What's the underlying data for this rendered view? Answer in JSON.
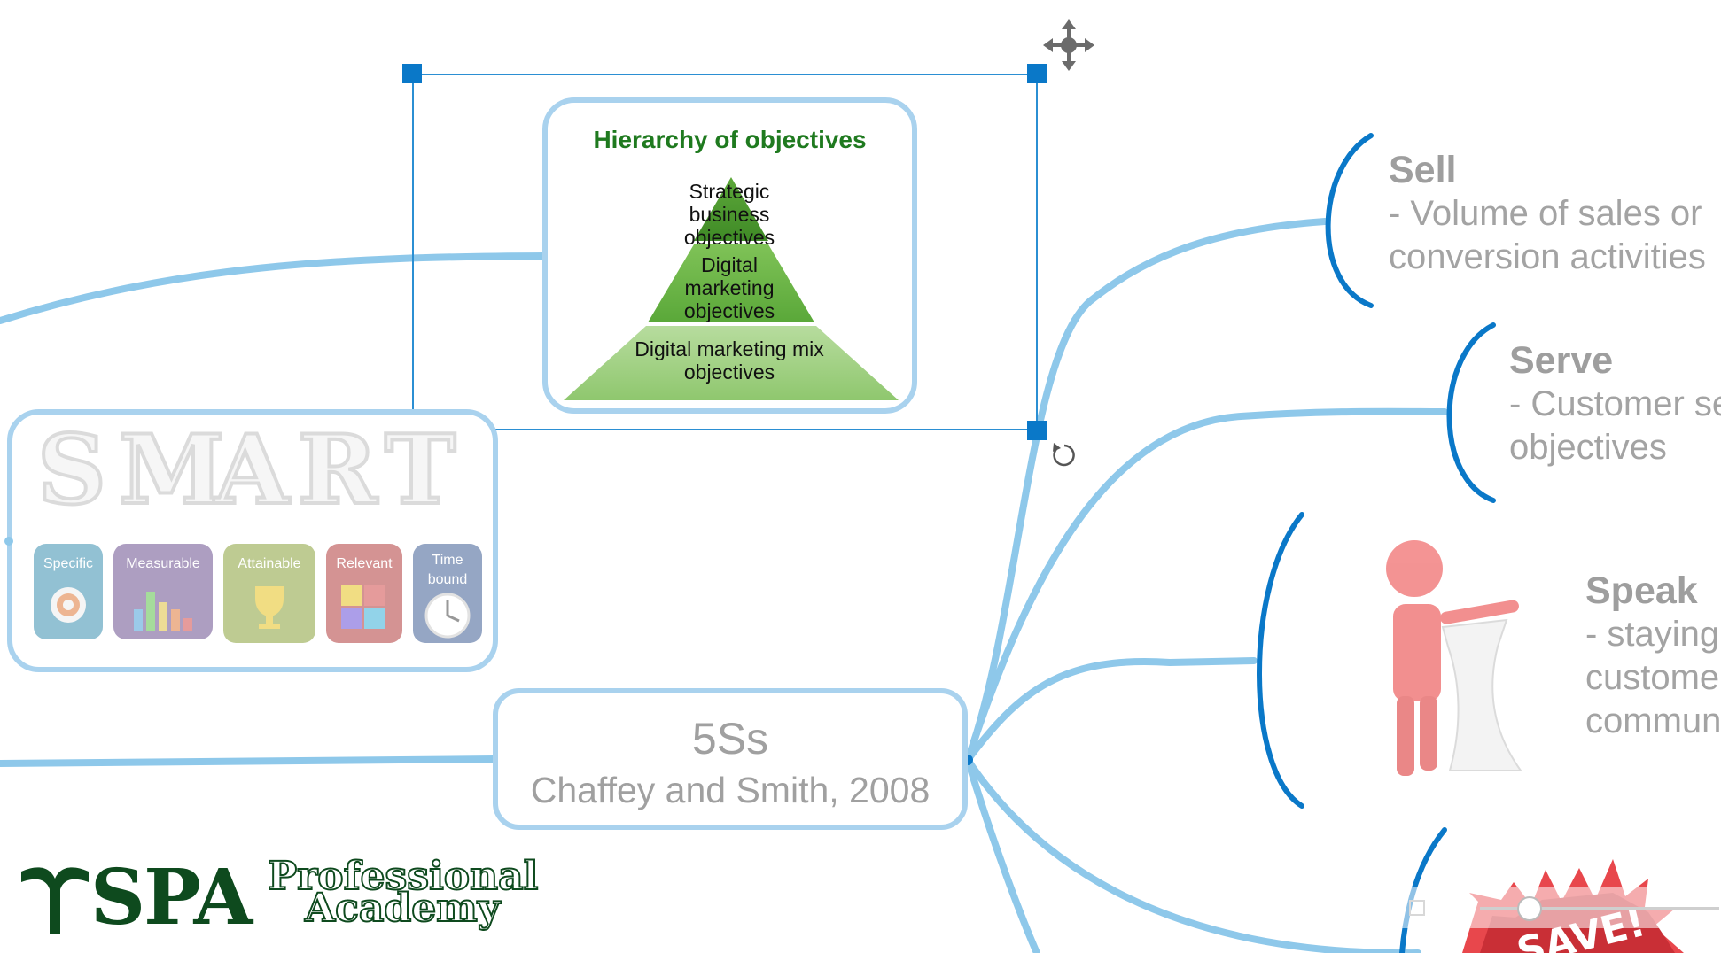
{
  "center_node": {
    "title": "5Ss",
    "subtitle": "Chaffey and Smith, 2008"
  },
  "hierarchy": {
    "title": "Hierarchy of objectives",
    "levels": [
      "Strategic business objectives",
      "Digital marketing objectives",
      "Digital marketing mix objectives"
    ]
  },
  "smart": {
    "letters": [
      "S",
      "M",
      "A",
      "R",
      "T"
    ],
    "cards": [
      {
        "label": "Specific",
        "color": "#3a8fb0"
      },
      {
        "label": "Measurable",
        "color": "#6b4f8f"
      },
      {
        "label": "Attainable",
        "color": "#8aa23a"
      },
      {
        "label": "Relevant",
        "color": "#b23b3b"
      },
      {
        "label": "Time bound",
        "color": "#3f5f95"
      }
    ]
  },
  "branches": [
    {
      "title": "Sell",
      "desc": "- Volume of sales or\nconversion activities"
    },
    {
      "title": "Serve",
      "desc": "- Customer se\nobjectives"
    },
    {
      "title": "Speak",
      "desc": "- staying\ncustome\ncommun"
    }
  ],
  "logo": {
    "mark": "SPA",
    "line1": "Professional",
    "line2": "Academy"
  },
  "sticker": {
    "text": "SAVE!"
  },
  "colors": {
    "connector": "#8ec8ea",
    "bracket": "#0a78c8",
    "selection": "#0a78c8",
    "logo_green": "#0e4a1e"
  }
}
